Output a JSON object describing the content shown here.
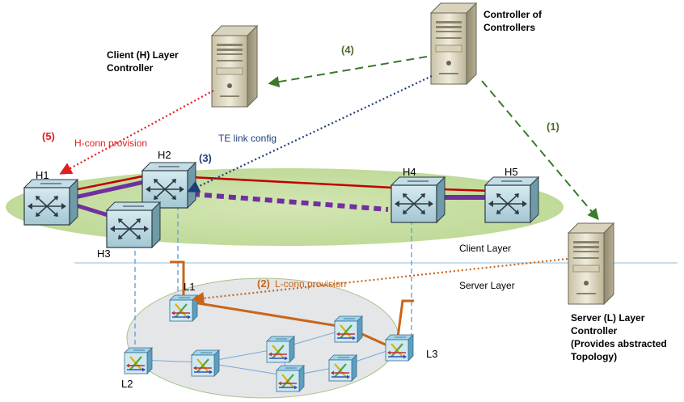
{
  "controllers": {
    "coc": "Controller of\nControllers",
    "client": "Client (H) Layer\nController",
    "server": "Server (L) Layer\nController\n(Provides abstracted\nTopology)"
  },
  "steps": {
    "s1": "(1)",
    "s2": "(2)",
    "s3": "(3)",
    "s4": "(4)",
    "s5": "(5)",
    "h_conn": "H-conn provision",
    "te_link": "TE link config",
    "l_conn": "L-conn provision"
  },
  "layers": {
    "client": "Client Layer",
    "server": "Server Layer"
  },
  "nodes": {
    "h1": "H1",
    "h2": "H2",
    "h3": "H3",
    "h4": "H4",
    "h5": "H5",
    "l1": "L1",
    "l2": "L2",
    "l3": "L3"
  },
  "colors": {
    "green_dash": "#3a7a2a",
    "red_dot": "#e02020",
    "blue_dot": "#1f3d7a",
    "orange": "#c8651b",
    "purple": "#7030a0",
    "dark_red": "#c00000",
    "ellipse_client": "#c5dea2",
    "ellipse_server": "#e4e6e8",
    "step_green": "#4f6b28"
  }
}
